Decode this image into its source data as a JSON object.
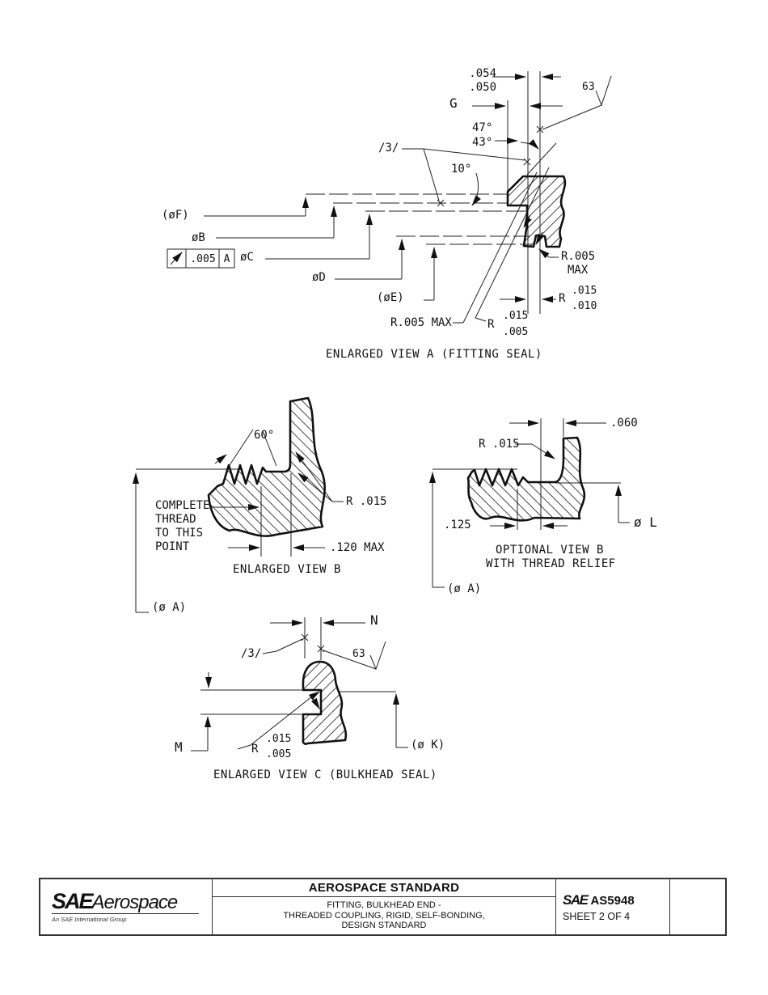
{
  "drawing": {
    "view_a": {
      "caption": "ENLARGED VIEW A (FITTING SEAL)",
      "dim_top_upper": ".054",
      "dim_top_lower": ".050",
      "dim_g": "G",
      "finish": "63",
      "angle_upper": "47°",
      "angle_lower": "43°",
      "flag_note": "/3/",
      "angle_seat": "10°",
      "dia_f": "(øF)",
      "dia_b": "øB",
      "dia_c": "øC",
      "dia_d": "øD",
      "dia_e": "(øE)",
      "fcf_tolerance": ".005",
      "fcf_datum": "A",
      "radius_lip": "R.005",
      "radius_lip_qualifier": "MAX",
      "radius_groove_prefix": "R",
      "radius_groove_upper": ".015",
      "radius_groove_lower": ".010",
      "radius_seat_note": "R.005 MAX",
      "radius_seal_prefix": "R",
      "radius_seal_upper": ".015",
      "radius_seal_lower": ".005"
    },
    "view_b": {
      "caption": "ENLARGED VIEW B",
      "thread_angle": "60°",
      "note_line1": "COMPLETE",
      "note_line2": "THREAD",
      "note_line3": "TO THIS",
      "note_line4": "POINT",
      "radius": "R .015",
      "dim_runout": ".120 MAX",
      "dia_a": "(ø A)"
    },
    "view_b_optional": {
      "caption_line1": "OPTIONAL VIEW B",
      "caption_line2": "WITH THREAD RELIEF",
      "dim_land": ".060",
      "radius": "R .015",
      "dim_relief": ".125",
      "dia_l": "ø L",
      "dia_a": "(ø A)"
    },
    "view_c": {
      "caption": "ENLARGED VIEW C (BULKHEAD SEAL)",
      "dim_n": "N",
      "flag_note": "/3/",
      "finish": "63",
      "dim_m": "M",
      "radius_prefix": "R",
      "radius_upper": ".015",
      "radius_lower": ".005",
      "dia_k": "(ø K)"
    },
    "title_block": {
      "logo_sae": "SAE",
      "logo_aerospace": "Aerospace",
      "logo_tagline": "An SAE International Group",
      "header": "AEROSPACE STANDARD",
      "title_line1": "FITTING, BULKHEAD END -",
      "title_line2": "THREADED COUPLING, RIGID, SELF-BONDING,",
      "title_line3": "DESIGN STANDARD",
      "doc_logo": "SAE",
      "doc_number": "AS5948",
      "sheet": "SHEET 2 OF 4"
    }
  }
}
